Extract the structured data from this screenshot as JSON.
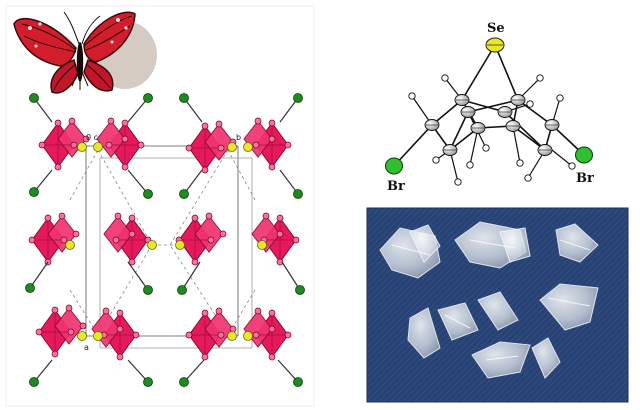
{
  "colors": {
    "octahedron": "#e6195a",
    "octahedron_edge": "#8a0a30",
    "selenium": "#e8e829",
    "bromine": "#1f8a1f",
    "photo_background": "#2a4577",
    "butterfly_red": "#d21e2c"
  },
  "packing_diagram": {
    "cell_axis_labels": [
      "0 c",
      "b",
      "a"
    ]
  },
  "molecule": {
    "atom_labels": [
      "Se",
      "Br",
      "Br"
    ]
  },
  "photo": {
    "subject": "crystals"
  }
}
